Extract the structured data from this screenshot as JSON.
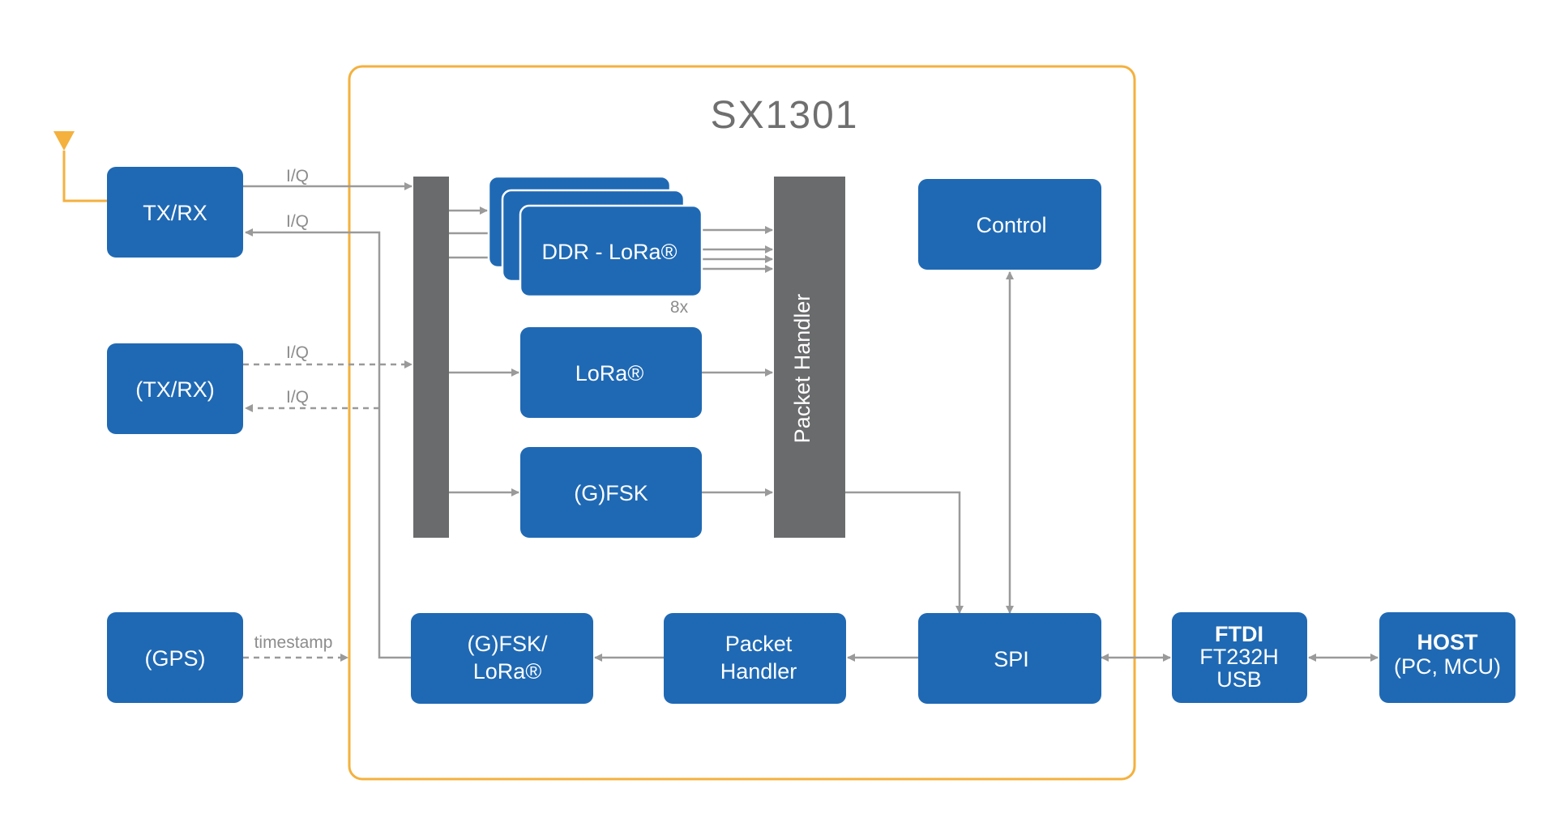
{
  "chip_title": "SX1301",
  "blocks": {
    "txrx": "TX/RX",
    "txrx2": "(TX/RX)",
    "gps": "(GPS)",
    "ddr_lora": "DDR - LoRa®",
    "lora": "LoRa®",
    "gfsk": "(G)FSK",
    "packet_handler_rx": "Packet Handler",
    "control": "Control",
    "gfsk_lora_tx_line1": "(G)FSK/",
    "gfsk_lora_tx_line2": "LoRa®",
    "packet_handler_tx_line1": "Packet",
    "packet_handler_tx_line2": "Handler",
    "spi": "SPI",
    "ftdi_line1": "FTDI",
    "ftdi_line2": "FT232H",
    "ftdi_line3": "USB",
    "host_line1": "HOST",
    "host_line2": "(PC, MCU)"
  },
  "labels": {
    "iq": "I/Q",
    "multiplier": "8x",
    "timestamp": "timestamp"
  },
  "colors": {
    "block": "#1f69b4",
    "chip_border": "#f4b13e",
    "antenna": "#f4b13e",
    "bar": "#6a6b6d",
    "connector": "#9a9a9a"
  }
}
